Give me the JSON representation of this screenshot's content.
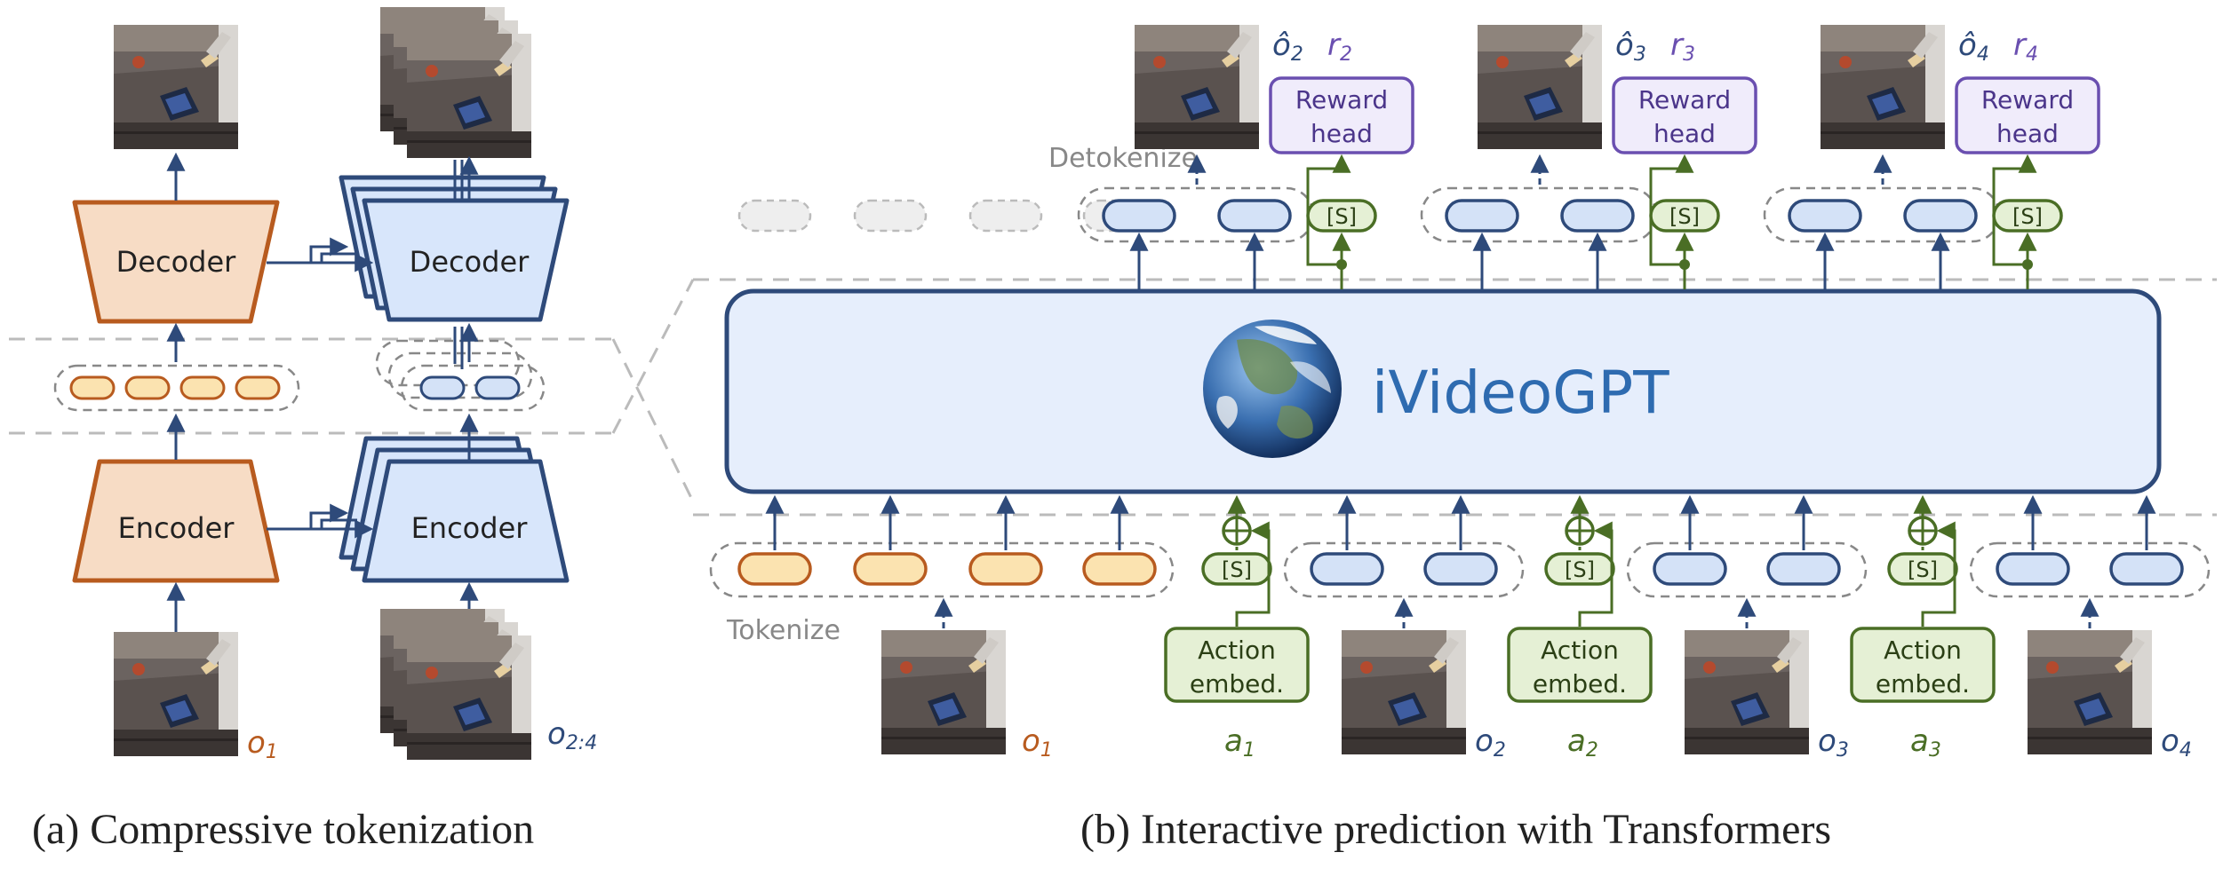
{
  "colors": {
    "orange": "#b85b1f",
    "orange_fill": "#f7dcc5",
    "orange_token_fill": "#fbe3b0",
    "navy": "#2e4a7a",
    "blue_fill": "#d8e6fb",
    "blue_token_fill": "#d4e2f7",
    "green": "#4a6e25",
    "green_fill": "#e5f0d5",
    "purple": "#6a4fb0",
    "purple_fill": "#f0ecfb",
    "gray": "#999999",
    "main_fill": "#e6eefc",
    "photo_floor": "#6b6360",
    "photo_wall": "#8e847c"
  },
  "icons": {
    "observation": "robot-scene-thumbnail-icon",
    "globe": "earth-globe-icon",
    "add": "circle-plus-icon"
  },
  "part_a": {
    "decoder_label": "Decoder",
    "encoder_label": "Encoder",
    "decoder_stack_label": "Decoder",
    "encoder_stack_label": "Encoder",
    "obs_in_label": "o",
    "obs_in_sub": "1",
    "obs_seq_label": "o",
    "obs_seq_sub": "2:4",
    "caption": "(a) Compressive tokenization"
  },
  "part_b": {
    "model_label": "iVideoGPT",
    "tokenize_label": "Tokenize",
    "detokenize_label": "Detokenize",
    "slot_label": "[S]",
    "reward_head_line1": "Reward",
    "reward_head_line2": "head",
    "action_line1": "Action",
    "action_line2": "embed.",
    "observations": [
      {
        "label": "o",
        "sub": "1"
      },
      {
        "label": "o",
        "sub": "2"
      },
      {
        "label": "o",
        "sub": "3"
      },
      {
        "label": "o",
        "sub": "4"
      }
    ],
    "actions": [
      {
        "label": "a",
        "sub": "1"
      },
      {
        "label": "a",
        "sub": "2"
      },
      {
        "label": "a",
        "sub": "3"
      }
    ],
    "predictions": [
      {
        "label": "ô",
        "sub": "2",
        "reward": "r",
        "reward_sub": "2"
      },
      {
        "label": "ô",
        "sub": "3",
        "reward": "r",
        "reward_sub": "3"
      },
      {
        "label": "ô",
        "sub": "4",
        "reward": "r",
        "reward_sub": "4"
      }
    ],
    "caption": "(b) Interactive prediction with Transformers"
  }
}
